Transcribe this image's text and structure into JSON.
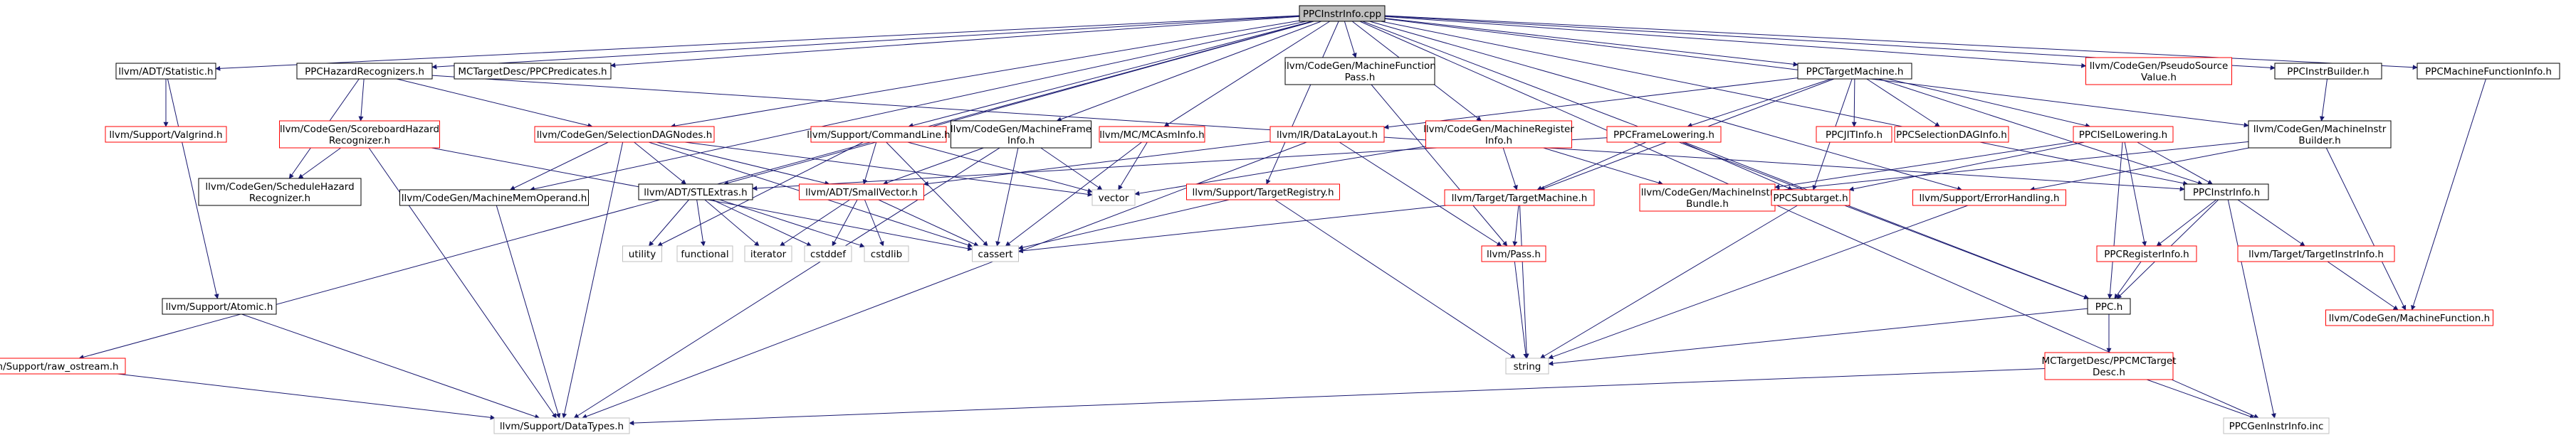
{
  "colors": {
    "edge": "#191970",
    "node_border_documented": "#000000",
    "node_border_undocumented": "#ff0000",
    "node_border_system": "#bfbfbf",
    "node_fill_root": "#bfbfbf",
    "node_fill": "#ffffff",
    "text": "#000000"
  },
  "nodes": [
    {
      "id": "root",
      "lines": [
        "PPCInstrInfo.cpp"
      ],
      "kind": "root"
    },
    {
      "id": "statistic",
      "lines": [
        "llvm/ADT/Statistic.h"
      ],
      "kind": "doc"
    },
    {
      "id": "hazardrec",
      "lines": [
        "PPCHazardRecognizers.h"
      ],
      "kind": "doc"
    },
    {
      "id": "mctargetdesc_pred",
      "lines": [
        "MCTargetDesc/PPCPredicates.h"
      ],
      "kind": "doc"
    },
    {
      "id": "mfpass",
      "lines": [
        "llvm/CodeGen/MachineFunction",
        "Pass.h"
      ],
      "kind": "doc"
    },
    {
      "id": "targetmachine",
      "lines": [
        "PPCTargetMachine.h"
      ],
      "kind": "doc"
    },
    {
      "id": "pseudosrc",
      "lines": [
        "llvm/CodeGen/PseudoSource",
        "Value.h"
      ],
      "kind": "red"
    },
    {
      "id": "instrbuilder_ppc",
      "lines": [
        "PPCInstrBuilder.h"
      ],
      "kind": "doc"
    },
    {
      "id": "mfinfo",
      "lines": [
        "PPCMachineFunctionInfo.h"
      ],
      "kind": "doc"
    },
    {
      "id": "valgrind",
      "lines": [
        "llvm/Support/Valgrind.h"
      ],
      "kind": "red"
    },
    {
      "id": "schedhazard",
      "lines": [
        "llvm/CodeGen/ScoreboardHazard",
        "Recognizer.h"
      ],
      "kind": "red"
    },
    {
      "id": "seldag",
      "lines": [
        "llvm/CodeGen/SelectionDAGNodes.h"
      ],
      "kind": "red"
    },
    {
      "id": "cmdline",
      "lines": [
        "llvm/Support/CommandLine.h"
      ],
      "kind": "red"
    },
    {
      "id": "mframeinfo",
      "lines": [
        "llvm/CodeGen/MachineFrame",
        "Info.h"
      ],
      "kind": "doc"
    },
    {
      "id": "mcasminfo",
      "lines": [
        "llvm/MC/MCAsmInfo.h"
      ],
      "kind": "red"
    },
    {
      "id": "datalayout",
      "lines": [
        "llvm/IR/DataLayout.h"
      ],
      "kind": "red"
    },
    {
      "id": "mreginfo",
      "lines": [
        "llvm/CodeGen/MachineRegister",
        "Info.h"
      ],
      "kind": "red"
    },
    {
      "id": "framelowering",
      "lines": [
        "PPCFrameLowering.h"
      ],
      "kind": "red"
    },
    {
      "id": "jitinfo",
      "lines": [
        "PPCJITInfo.h"
      ],
      "kind": "red"
    },
    {
      "id": "seldaginfo",
      "lines": [
        "PPCSelectionDAGInfo.h"
      ],
      "kind": "red"
    },
    {
      "id": "isellowering",
      "lines": [
        "PPCISelLowering.h"
      ],
      "kind": "red"
    },
    {
      "id": "minstrbuilder",
      "lines": [
        "llvm/CodeGen/MachineInstr",
        "Builder.h"
      ],
      "kind": "doc"
    },
    {
      "id": "schedhazard2",
      "lines": [
        "llvm/CodeGen/ScheduleHazard",
        "Recognizer.h"
      ],
      "kind": "doc"
    },
    {
      "id": "mmemoperand",
      "lines": [
        "llvm/CodeGen/MachineMemOperand.h"
      ],
      "kind": "doc"
    },
    {
      "id": "stlextras",
      "lines": [
        "llvm/ADT/STLExtras.h"
      ],
      "kind": "doc"
    },
    {
      "id": "smallvector",
      "lines": [
        "llvm/ADT/SmallVector.h"
      ],
      "kind": "red"
    },
    {
      "id": "vector",
      "lines": [
        "vector"
      ],
      "kind": "sys"
    },
    {
      "id": "targetregistry",
      "lines": [
        "llvm/Support/TargetRegistry.h"
      ],
      "kind": "red"
    },
    {
      "id": "ttargetmachine",
      "lines": [
        "llvm/Target/TargetMachine.h"
      ],
      "kind": "red"
    },
    {
      "id": "minstrbundle",
      "lines": [
        "llvm/CodeGen/MachineInstr",
        "Bundle.h"
      ],
      "kind": "red"
    },
    {
      "id": "subtarget",
      "lines": [
        "PPCSubtarget.h"
      ],
      "kind": "red"
    },
    {
      "id": "errorhandling",
      "lines": [
        "llvm/Support/ErrorHandling.h"
      ],
      "kind": "red"
    },
    {
      "id": "ppcinstrinfo",
      "lines": [
        "PPCInstrInfo.h"
      ],
      "kind": "doc"
    },
    {
      "id": "utility",
      "lines": [
        "utility"
      ],
      "kind": "sys"
    },
    {
      "id": "functional",
      "lines": [
        "functional"
      ],
      "kind": "sys"
    },
    {
      "id": "iterator",
      "lines": [
        "iterator"
      ],
      "kind": "sys"
    },
    {
      "id": "cstddef",
      "lines": [
        "cstddef"
      ],
      "kind": "sys"
    },
    {
      "id": "cstdlib",
      "lines": [
        "cstdlib"
      ],
      "kind": "sys"
    },
    {
      "id": "cassert",
      "lines": [
        "cassert"
      ],
      "kind": "sys"
    },
    {
      "id": "pass",
      "lines": [
        "llvm/Pass.h"
      ],
      "kind": "red"
    },
    {
      "id": "registerinfo",
      "lines": [
        "PPCRegisterInfo.h"
      ],
      "kind": "red"
    },
    {
      "id": "ttargetinstrinfo",
      "lines": [
        "llvm/Target/TargetInstrInfo.h"
      ],
      "kind": "red"
    },
    {
      "id": "mfunction",
      "lines": [
        "llvm/CodeGen/MachineFunction.h"
      ],
      "kind": "red"
    },
    {
      "id": "atomic",
      "lines": [
        "llvm/Support/Atomic.h"
      ],
      "kind": "doc"
    },
    {
      "id": "ppch",
      "lines": [
        "PPC.h"
      ],
      "kind": "doc"
    },
    {
      "id": "rawostream",
      "lines": [
        "llvm/Support/raw_ostream.h"
      ],
      "kind": "red"
    },
    {
      "id": "mctargetdesc",
      "lines": [
        "MCTargetDesc/PPCMCTarget",
        "Desc.h"
      ],
      "kind": "red"
    },
    {
      "id": "string",
      "lines": [
        "string"
      ],
      "kind": "sys"
    },
    {
      "id": "datatypes",
      "lines": [
        "llvm/Support/DataTypes.h"
      ],
      "kind": "sys"
    },
    {
      "id": "geninstrinfo",
      "lines": [
        "PPCGenInstrInfo.inc"
      ],
      "kind": "sys"
    }
  ],
  "edges": [
    [
      "root",
      "statistic"
    ],
    [
      "root",
      "hazardrec"
    ],
    [
      "root",
      "mctargetdesc_pred"
    ],
    [
      "root",
      "mfpass"
    ],
    [
      "root",
      "targetmachine"
    ],
    [
      "root",
      "pseudosrc"
    ],
    [
      "root",
      "instrbuilder_ppc"
    ],
    [
      "root",
      "mfinfo"
    ],
    [
      "root",
      "rawostream"
    ],
    [
      "root",
      "ppcinstrinfo"
    ],
    [
      "root",
      "seldag"
    ],
    [
      "root",
      "cmdline"
    ],
    [
      "root",
      "mframeinfo"
    ],
    [
      "root",
      "mcasminfo"
    ],
    [
      "root",
      "mreginfo"
    ],
    [
      "root",
      "minstrbuilder"
    ],
    [
      "root",
      "stlextras"
    ],
    [
      "root",
      "mmemoperand"
    ],
    [
      "root",
      "targetregistry"
    ],
    [
      "root",
      "errorhandling"
    ],
    [
      "root",
      "ppch"
    ],
    [
      "root",
      "geninstrinfo"
    ],
    [
      "statistic",
      "valgrind"
    ],
    [
      "statistic",
      "atomic"
    ],
    [
      "hazardrec",
      "schedhazard"
    ],
    [
      "hazardrec",
      "seldag"
    ],
    [
      "hazardrec",
      "schedhazard2"
    ],
    [
      "hazardrec",
      "ppcinstrinfo"
    ],
    [
      "schedhazard",
      "schedhazard2"
    ],
    [
      "schedhazard",
      "datatypes"
    ],
    [
      "schedhazard",
      "cassert"
    ],
    [
      "seldag",
      "stlextras"
    ],
    [
      "seldag",
      "smallvector"
    ],
    [
      "seldag",
      "mmemoperand"
    ],
    [
      "seldag",
      "datatypes"
    ],
    [
      "seldag",
      "cassert"
    ],
    [
      "seldag",
      "vector"
    ],
    [
      "cmdline",
      "smallvector"
    ],
    [
      "cmdline",
      "cassert"
    ],
    [
      "cmdline",
      "vector"
    ],
    [
      "cmdline",
      "utility"
    ],
    [
      "mframeinfo",
      "smallvector"
    ],
    [
      "mframeinfo",
      "datatypes"
    ],
    [
      "mframeinfo",
      "cassert"
    ],
    [
      "mframeinfo",
      "vector"
    ],
    [
      "mcasminfo",
      "vector"
    ],
    [
      "mcasminfo",
      "cassert"
    ],
    [
      "mfpass",
      "pass"
    ],
    [
      "targetmachine",
      "datalayout"
    ],
    [
      "targetmachine",
      "framelowering"
    ],
    [
      "targetmachine",
      "jitinfo"
    ],
    [
      "targetmachine",
      "seldaginfo"
    ],
    [
      "targetmachine",
      "isellowering"
    ],
    [
      "targetmachine",
      "ttargetmachine"
    ],
    [
      "targetmachine",
      "subtarget"
    ],
    [
      "targetmachine",
      "ppcinstrinfo"
    ],
    [
      "datalayout",
      "smallvector"
    ],
    [
      "datalayout",
      "datatypes"
    ],
    [
      "datalayout",
      "pass"
    ],
    [
      "mreginfo",
      "ttargetmachine"
    ],
    [
      "mreginfo",
      "minstrbundle"
    ],
    [
      "mreginfo",
      "vector"
    ],
    [
      "framelowering",
      "ttargetmachine"
    ],
    [
      "framelowering",
      "subtarget"
    ],
    [
      "framelowering",
      "ppch"
    ],
    [
      "framelowering",
      "stlextras"
    ],
    [
      "isellowering",
      "subtarget"
    ],
    [
      "isellowering",
      "ppch"
    ],
    [
      "isellowering",
      "registerinfo"
    ],
    [
      "isellowering",
      "ppcinstrinfo"
    ],
    [
      "isellowering",
      "minstrbundle"
    ],
    [
      "instrbuilder_ppc",
      "minstrbuilder"
    ],
    [
      "minstrbuilder",
      "mfunction"
    ],
    [
      "minstrbuilder",
      "minstrbundle"
    ],
    [
      "minstrbuilder",
      "errorhandling"
    ],
    [
      "mfinfo",
      "mfunction"
    ],
    [
      "stlextras",
      "utility"
    ],
    [
      "stlextras",
      "functional"
    ],
    [
      "stlextras",
      "iterator"
    ],
    [
      "stlextras",
      "cstddef"
    ],
    [
      "stlextras",
      "cstdlib"
    ],
    [
      "smallvector",
      "iterator"
    ],
    [
      "smallvector",
      "cstddef"
    ],
    [
      "smallvector",
      "cstdlib"
    ],
    [
      "smallvector",
      "cassert"
    ],
    [
      "targetregistry",
      "cassert"
    ],
    [
      "targetregistry",
      "string"
    ],
    [
      "ttargetmachine",
      "pass"
    ],
    [
      "ttargetmachine",
      "string"
    ],
    [
      "ttargetmachine",
      "cassert"
    ],
    [
      "subtarget",
      "string"
    ],
    [
      "errorhandling",
      "string"
    ],
    [
      "ppcinstrinfo",
      "registerinfo"
    ],
    [
      "ppcinstrinfo",
      "ttargetinstrinfo"
    ],
    [
      "ppcinstrinfo",
      "ppch"
    ],
    [
      "ppcinstrinfo",
      "geninstrinfo"
    ],
    [
      "registerinfo",
      "ppch"
    ],
    [
      "ttargetinstrinfo",
      "mfunction"
    ],
    [
      "pass",
      "string"
    ],
    [
      "mmemoperand",
      "datatypes"
    ],
    [
      "atomic",
      "datatypes"
    ],
    [
      "rawostream",
      "datatypes"
    ],
    [
      "ppch",
      "string"
    ],
    [
      "ppch",
      "mctargetdesc"
    ],
    [
      "mctargetdesc",
      "datatypes"
    ],
    [
      "mctargetdesc",
      "geninstrinfo"
    ]
  ]
}
